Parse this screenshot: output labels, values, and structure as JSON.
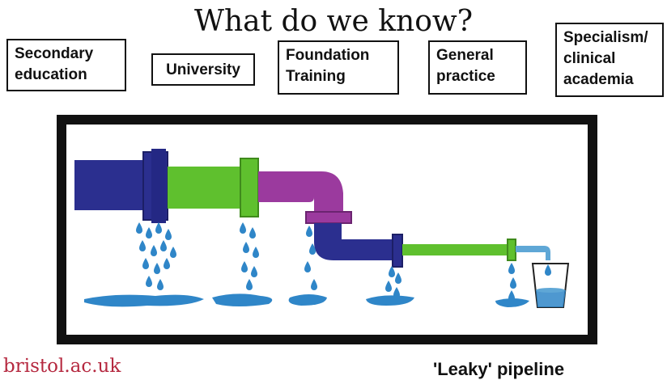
{
  "title": "What do we know?",
  "stages": [
    {
      "label": "Secondary\neducation"
    },
    {
      "label": "University"
    },
    {
      "label": "Foundation\nTraining"
    },
    {
      "label": "General\npractice"
    },
    {
      "label": "Specialism/\nclinical\nacademia"
    }
  ],
  "caption": "'Leaky' pipeline",
  "brand": "bristol.ac.uk",
  "colors": {
    "pipe_navy": "#2b2f8f",
    "pipe_green": "#5fc02e",
    "pipe_purple": "#9b3a9e",
    "pipe_light_blue": "#5fa7d6",
    "water": "#2f86c8",
    "brand_red": "#b5283f"
  }
}
